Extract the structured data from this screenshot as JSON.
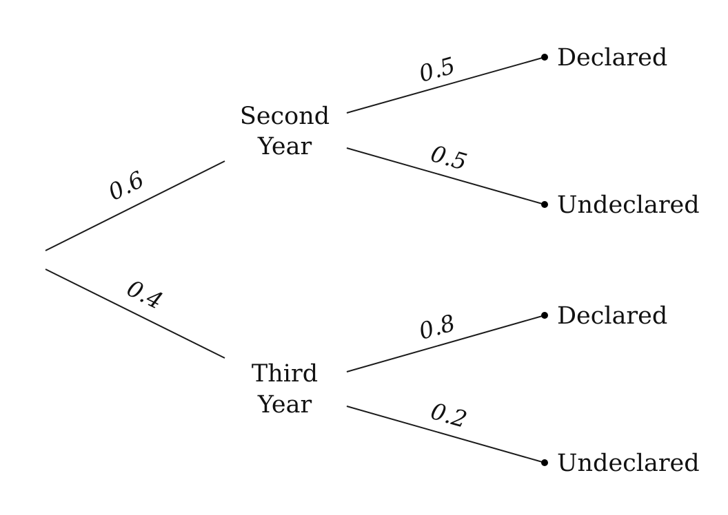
{
  "tree": {
    "first_level": [
      {
        "probability": "0.6",
        "label_line1": "Second",
        "label_line2": "Year",
        "outcomes": [
          {
            "probability": "0.5",
            "label": "Declared"
          },
          {
            "probability": "0.5",
            "label": "Undeclared"
          }
        ]
      },
      {
        "probability": "0.4",
        "label_line1": "Third",
        "label_line2": "Year",
        "outcomes": [
          {
            "probability": "0.8",
            "label": "Declared"
          },
          {
            "probability": "0.2",
            "label": "Undeclared"
          }
        ]
      }
    ]
  }
}
